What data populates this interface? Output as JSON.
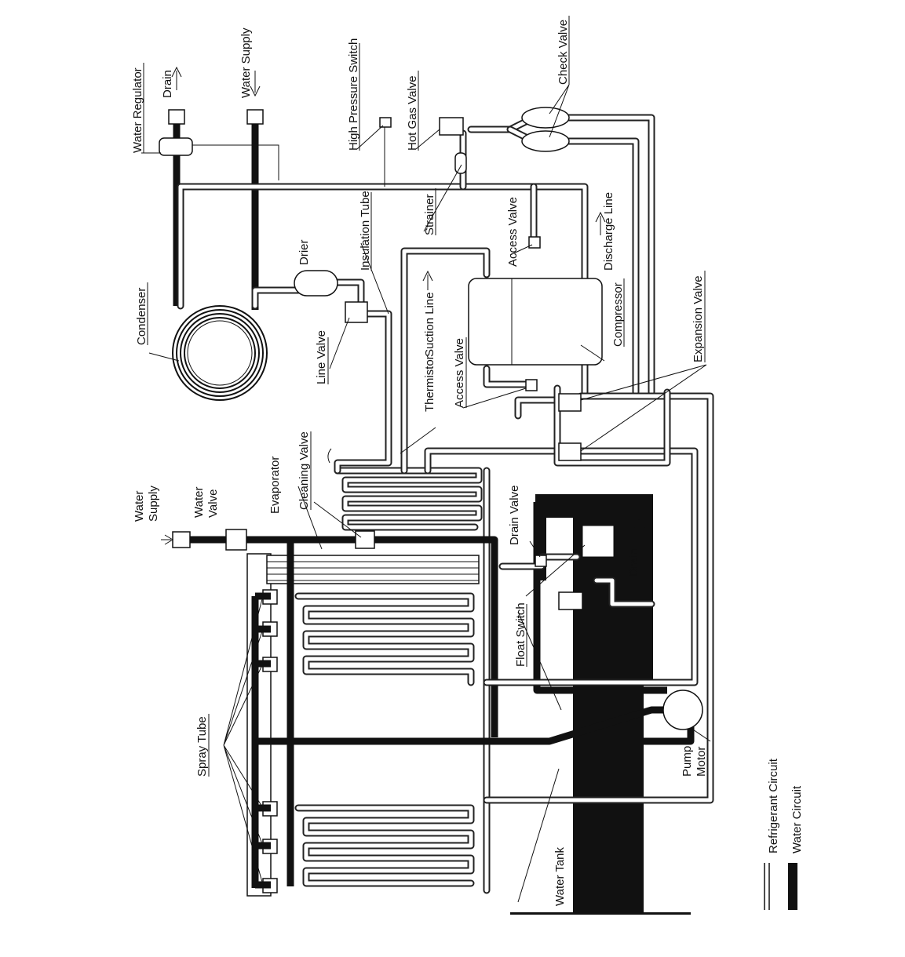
{
  "labels": {
    "water_regulator": "Water Regulator",
    "drain_top": "Drain",
    "water_supply_top": "Water Supply",
    "high_pressure_switch": "High Pressure Switch",
    "hot_gas_valve": "Hot Gas Valve",
    "check_valve": "Check Valve",
    "condenser": "Condenser",
    "drier": "Drier",
    "insulation_tube": "Insulation Tube",
    "strainer": "Strainer",
    "access_valve_top": "Access Valve",
    "discharge_line": "Discharge Line",
    "line_valve": "Line Valve",
    "suction_line": "Suction Line",
    "compressor": "Compressor",
    "expansion_valve": "Expansion Valve",
    "thermistor": "Thermistor",
    "access_valve_mid": "Access Valve",
    "water_supply_left_1": "Water",
    "water_supply_left_2": "Supply",
    "water_valve_1": "Water",
    "water_valve_2": "Valve",
    "evaporator": "Evaporator",
    "cleaning_valve": "Cleaning Valve",
    "drain_valve": "Drain Valve",
    "drain_right": "Drain",
    "float_switch": "Float Switch",
    "spray_tube": "Spray Tube",
    "pump_motor_1": "Pump",
    "pump_motor_2": "Motor",
    "water_tank": "Water Tank"
  },
  "legend": {
    "refrigerant": "Refrigerant Circuit",
    "water": "Water Circuit"
  },
  "colors": {
    "line": "#111111",
    "background": "#ffffff"
  }
}
